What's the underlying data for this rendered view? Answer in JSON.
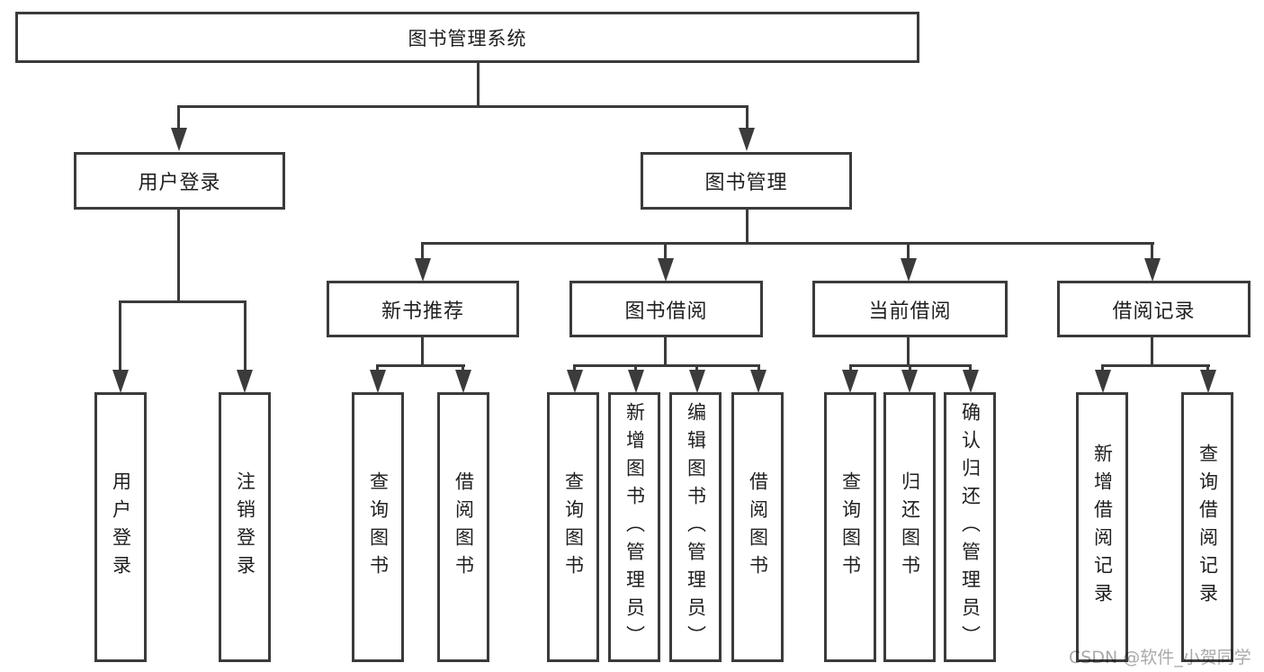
{
  "colors": {
    "line": "#3b3b3b",
    "text": "#1f1f1f",
    "watermark": "#a9a9a9",
    "background": "#ffffff"
  },
  "watermark": {
    "text": "CSDN @软件_小贺同学"
  },
  "nodes": {
    "root": {
      "label": "图书管理系统"
    },
    "user_login": {
      "label": "用户登录"
    },
    "book_mgmt": {
      "label": "图书管理"
    },
    "new_book_rec": {
      "label": "新书推荐"
    },
    "book_borrow": {
      "label": "图书借阅"
    },
    "current_borrow": {
      "label": "当前借阅"
    },
    "borrow_records": {
      "label": "借阅记录"
    },
    "leaf_login": {
      "label": "用户登录"
    },
    "leaf_logout": {
      "label": "注销登录"
    },
    "leaf_rec_query": {
      "label": "查询图书"
    },
    "leaf_rec_borrow": {
      "label": "借阅图书"
    },
    "leaf_bor_query": {
      "label": "查询图书"
    },
    "leaf_bor_add": {
      "label": "新增图书（管理员）"
    },
    "leaf_bor_edit": {
      "label": "编辑图书（管理员）"
    },
    "leaf_bor_borrow": {
      "label": "借阅图书"
    },
    "leaf_cur_query": {
      "label": "查询图书"
    },
    "leaf_cur_return": {
      "label": "归还图书"
    },
    "leaf_cur_confirm": {
      "label": "确认归还（管理员）"
    },
    "leaf_hist_add": {
      "label": "新增借阅记录"
    },
    "leaf_hist_query": {
      "label": "查询借阅记录"
    }
  },
  "hierarchy": {
    "图书管理系统": {
      "用户登录": [
        "用户登录",
        "注销登录"
      ],
      "图书管理": {
        "新书推荐": [
          "查询图书",
          "借阅图书"
        ],
        "图书借阅": [
          "查询图书",
          "新增图书（管理员）",
          "编辑图书（管理员）",
          "借阅图书"
        ],
        "当前借阅": [
          "查询图书",
          "归还图书",
          "确认归还（管理员）"
        ],
        "借阅记录": [
          "新增借阅记录",
          "查询借阅记录"
        ]
      }
    }
  }
}
